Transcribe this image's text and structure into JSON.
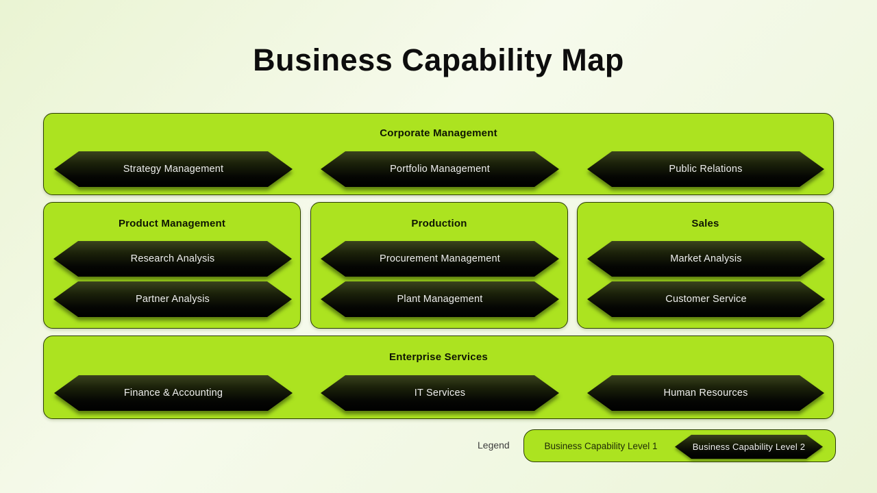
{
  "slide": {
    "title": "Business Capability Map"
  },
  "groups": {
    "corporate": {
      "title": "Corporate Management",
      "items": [
        "Strategy Management",
        "Portfolio Management",
        "Public Relations"
      ]
    },
    "product": {
      "title": "Product Management",
      "items": [
        "Research Analysis",
        "Partner Analysis"
      ]
    },
    "production": {
      "title": "Production",
      "items": [
        "Procurement Management",
        "Plant Management"
      ]
    },
    "sales": {
      "title": "Sales",
      "items": [
        "Market Analysis",
        "Customer Service"
      ]
    },
    "enterprise": {
      "title": "Enterprise Services",
      "items": [
        "Finance & Accounting",
        "IT Services",
        "Human Resources"
      ]
    }
  },
  "legend": {
    "label": "Legend",
    "level1_label": "Business Capability Level 1",
    "level2_label": "Business Capability Level 2"
  },
  "colors": {
    "lime_green": "#ace320",
    "box_border": "#2b3c05",
    "hexagon_dark": "#0a0c03",
    "hexagon_text": "#eeeeee",
    "background_tint": "#eef6dc",
    "title_text": "#0d0d0d"
  }
}
